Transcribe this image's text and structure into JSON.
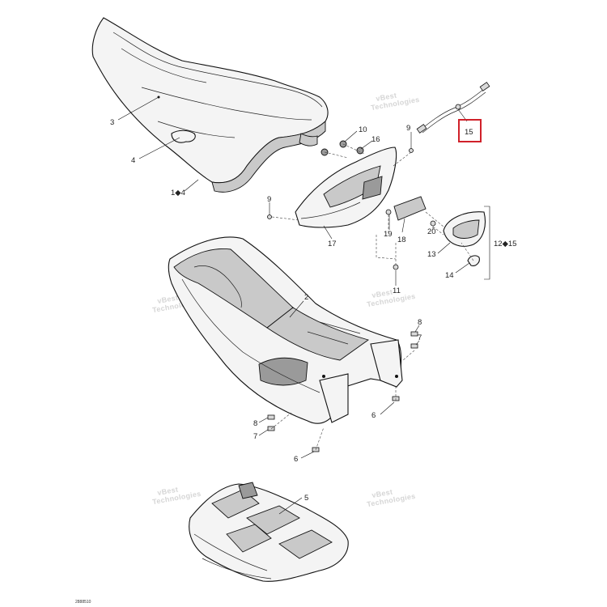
{
  "callouts": {
    "c1_4": "1◆4",
    "c2": "2",
    "c3": "3",
    "c4": "4",
    "c5": "5",
    "c6a": "6",
    "c6b": "6",
    "c7a": "7",
    "c7b": "7",
    "c8a": "8",
    "c8b": "8",
    "c9a": "9",
    "c9b": "9",
    "c10": "10",
    "c11": "11",
    "c12_15": "12◆15",
    "c13": "13",
    "c14": "14",
    "c15": "15",
    "c16": "16",
    "c17": "17",
    "c18": "18",
    "c19": "19",
    "c20": "20"
  },
  "watermark": {
    "line1": "vBest",
    "line2": "Technologies"
  },
  "figure_code": "2888510",
  "highlight_color": "#d0212a"
}
